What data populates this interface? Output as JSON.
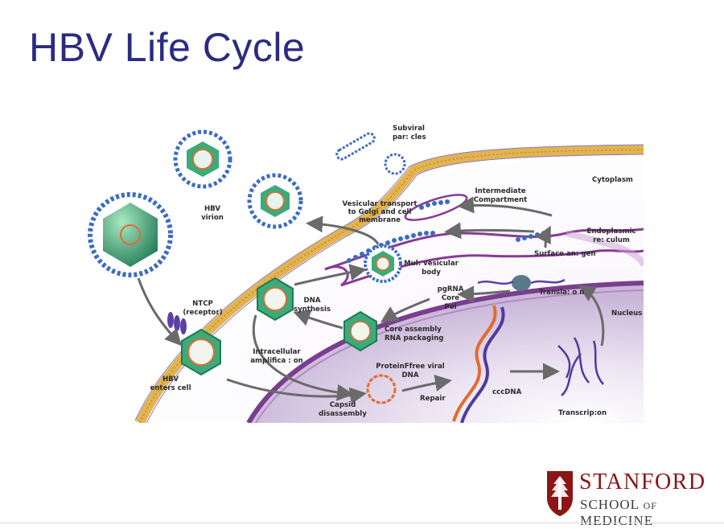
{
  "title": "HBV Life Cycle",
  "labels": {
    "hbv_virion": [
      "HBV",
      "virion"
    ],
    "subviral": [
      "Subviral",
      "par: cles"
    ],
    "vesicular": [
      "Vesicular transport",
      "to Golgi and cell",
      "membrane"
    ],
    "intermediate": [
      "Intermediate",
      "Compartment"
    ],
    "cytoplasm": "Cytoplasm",
    "er": [
      "Endoplasmic",
      "re: culum"
    ],
    "surface_antigen": "Surface an: gen",
    "mvb": [
      "Mul: vesicular",
      "body"
    ],
    "ntcp": [
      "NTCP",
      "(receptor)"
    ],
    "dna_synthesis": [
      "DNA",
      "synthesis"
    ],
    "pgrna": [
      "pgRNA",
      "Core",
      "Pol"
    ],
    "translation": "Transla: o n",
    "nucleus": "Nucleus",
    "core_assembly": [
      "Core assembly",
      "RNA packaging"
    ],
    "intracellular": [
      "Intracellular",
      "amplifica : on"
    ],
    "hbv_enters": [
      "HBV",
      "enters cell"
    ],
    "protein_free": [
      "ProteinFfree viral",
      "DNA"
    ],
    "repair": "Repair",
    "cccdna": "cccDNA",
    "capsid_disassembly": [
      "Capsid",
      "disassembly"
    ],
    "transcription": "Transcrip:on"
  },
  "logo": {
    "wordmark": "STANFORD",
    "subtitle_pre": "SCHOOL",
    "subtitle_of": "OF",
    "subtitle_post": "MEDICINE"
  },
  "colors": {
    "title": "#2a2c82",
    "membrane": "#e2b451",
    "capsid": "#3daa7a",
    "envelope": "#3b6cc4",
    "er": "#8a3a96",
    "stanford_red": "#8c1515"
  }
}
